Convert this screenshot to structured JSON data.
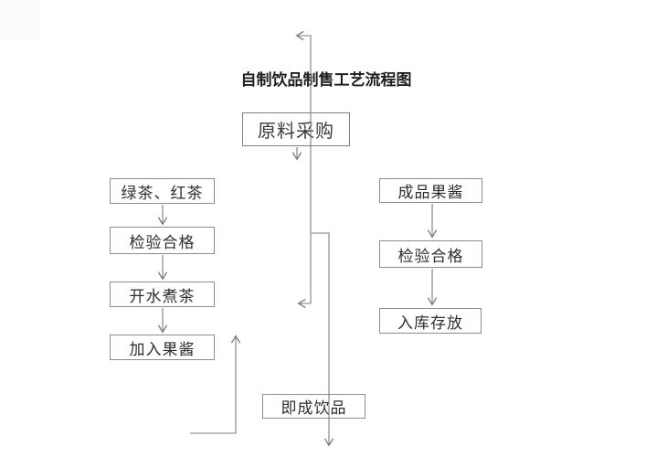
{
  "diagram": {
    "title": "自制饮品制售工艺流程图",
    "nodes": {
      "raw_material": "原料采购",
      "tea": "绿茶、红茶",
      "tea_inspect": "检验合格",
      "boil_tea": "开水煮茶",
      "add_jam": "加入果酱",
      "jam": "成品果酱",
      "jam_inspect": "检验合格",
      "store": "入库存放",
      "drink": "即成饮品"
    },
    "colors": {
      "line": "#7d7d7d",
      "box_border": "#8d8d8d",
      "text": "#2e2e2e",
      "title_text": "#1f1f1f"
    }
  }
}
